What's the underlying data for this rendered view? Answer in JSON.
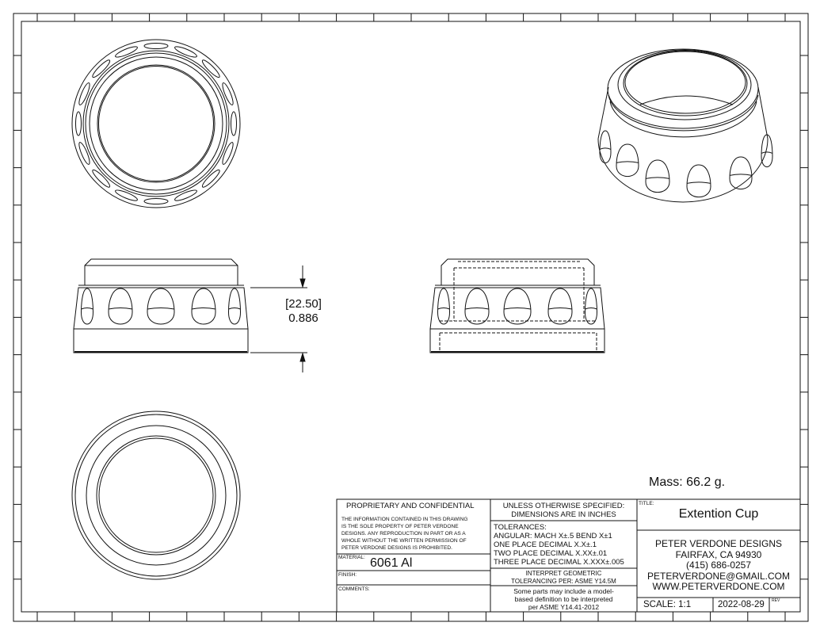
{
  "drawing": {
    "mass": "Mass: 66.2 g.",
    "dimension": {
      "metric": "[22.50]",
      "inch": "0.886"
    },
    "hidden_line_color": "#222222"
  },
  "title_block": {
    "proprietary": {
      "heading": "PROPRIETARY AND CONFIDENTIAL",
      "lines": [
        "THE INFORMATION CONTAINED IN THIS DRAWING",
        "IS THE SOLE PROPERTY OF PETER VERDONE",
        "DESIGNS.  ANY REPRODUCTION IN PART OR AS A",
        "WHOLE WITHOUT THE WRITTEN PERMISSION OF",
        "PETER VERDONE DESIGNS IS PROHIBITED."
      ]
    },
    "material_label": "MATERIAL:",
    "material_value": "6061 Al",
    "finish_label": "FINISH:",
    "comments_label": "COMMENTS:",
    "unless": [
      "UNLESS OTHERWISE SPECIFIED:",
      "DIMENSIONS ARE IN INCHES"
    ],
    "tolerances": [
      "TOLERANCES:",
      "ANGULAR: MACH X±.5   BEND X±1",
      "ONE PLACE DECIMAL    X.X±.1",
      "TWO PLACE DECIMAL    X.XX±.01",
      "THREE PLACE DECIMAL  X.XXX±.005"
    ],
    "interpret": [
      "INTERPRET GEOMETRIC",
      "TOLERANCING PER: ASME Y14.5M"
    ],
    "model_based": [
      "Some parts may include a model-",
      "based definition to be interpreted",
      "per ASME Y14.41-2012"
    ],
    "title_label": "TITLE:",
    "title": "Extention Cup",
    "company": [
      "PETER VERDONE DESIGNS",
      "FAIRFAX, CA 94930",
      "(415) 686-0257",
      "PETERVERDONE@GMAIL.COM",
      "WWW.PETERVERDONE.COM"
    ],
    "scale": "SCALE: 1:1",
    "date": "2022-08-29",
    "rev_label": "REV"
  }
}
